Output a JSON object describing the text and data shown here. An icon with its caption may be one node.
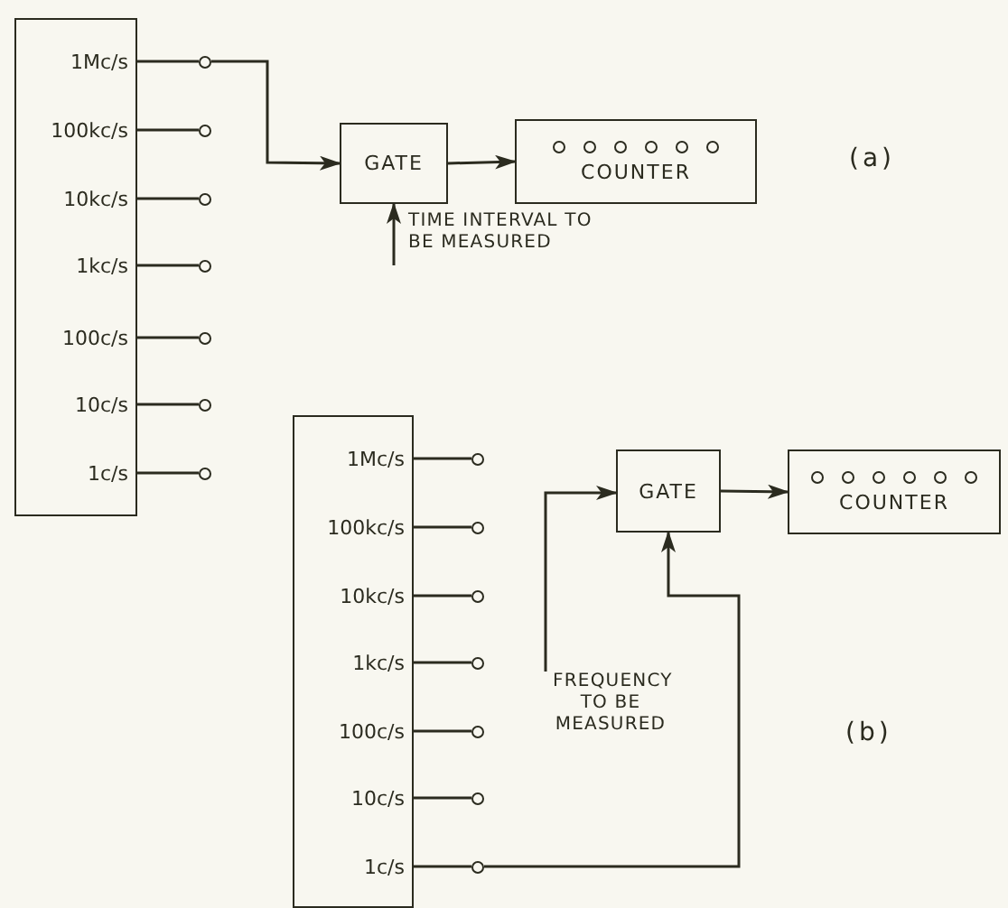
{
  "diagram": {
    "nodes": [
      {
        "text": [
          "1Mc/s",
          "100kc/s",
          "10kc/s",
          "1kc/s",
          "100c/s",
          "10c/s",
          "1c/s"
        ]
      },
      {
        "text": [],
        "shape": "circle"
      },
      {
        "text": [],
        "shape": "circle"
      },
      {
        "text": [],
        "shape": "circle"
      },
      {
        "text": [],
        "shape": "circle"
      },
      {
        "text": [],
        "shape": "circle"
      },
      {
        "text": [],
        "shape": "circle"
      },
      {
        "text": [],
        "shape": "circle"
      },
      {
        "text": [
          "GATE"
        ]
      },
      {
        "text": [
          "COUNTER"
        ]
      },
      {
        "text": [
          "TIME INTERVAL TO BE MEASURED"
        ]
      },
      {
        "text": [
          "1Mc/s",
          "100kc/s",
          "10kc/s",
          "1kc/s",
          "100c/s",
          "10c/s",
          "1c/s"
        ]
      },
      {
        "text": [],
        "shape": "circle"
      },
      {
        "text": [],
        "shape": "circle"
      },
      {
        "text": [],
        "shape": "circle"
      },
      {
        "text": [],
        "shape": "circle"
      },
      {
        "text": [],
        "shape": "circle"
      },
      {
        "text": [],
        "shape": "circle"
      },
      {
        "text": [],
        "shape": "circle"
      },
      {
        "text": [
          "GATE"
        ]
      },
      {
        "text": [
          "COUNTER"
        ]
      },
      {
        "text": [
          "FREQUENCY TO BE MEASURED"
        ]
      }
    ],
    "edges": [
      {
        "from": 0,
        "to": 1,
        "arrow": "none"
      },
      {
        "from": 0,
        "to": 2,
        "arrow": "none"
      },
      {
        "from": 0,
        "to": 3,
        "arrow": "none"
      },
      {
        "from": 0,
        "to": 4,
        "arrow": "none"
      },
      {
        "from": 0,
        "to": 5,
        "arrow": "none"
      },
      {
        "from": 0,
        "to": 6,
        "arrow": "none"
      },
      {
        "from": 0,
        "to": 7,
        "arrow": "none"
      },
      {
        "from": 1,
        "to": 8,
        "arrow": "to"
      },
      {
        "from": 8,
        "to": 9,
        "arrow": "to"
      },
      {
        "from": 10,
        "to": 8,
        "arrow": "to"
      },
      {
        "from": 11,
        "to": 12,
        "arrow": "none"
      },
      {
        "from": 11,
        "to": 13,
        "arrow": "none"
      },
      {
        "from": 11,
        "to": 14,
        "arrow": "none"
      },
      {
        "from": 11,
        "to": 15,
        "arrow": "none"
      },
      {
        "from": 11,
        "to": 16,
        "arrow": "none"
      },
      {
        "from": 11,
        "to": 17,
        "arrow": "none"
      },
      {
        "from": 11,
        "to": 18,
        "arrow": "none"
      },
      {
        "from": 18,
        "to": 19,
        "arrow": "to"
      },
      {
        "from": 21,
        "to": 19,
        "arrow": "to"
      },
      {
        "from": 19,
        "to": 20,
        "arrow": "to"
      }
    ],
    "labels": [
      "(a)",
      "(b)"
    ]
  }
}
